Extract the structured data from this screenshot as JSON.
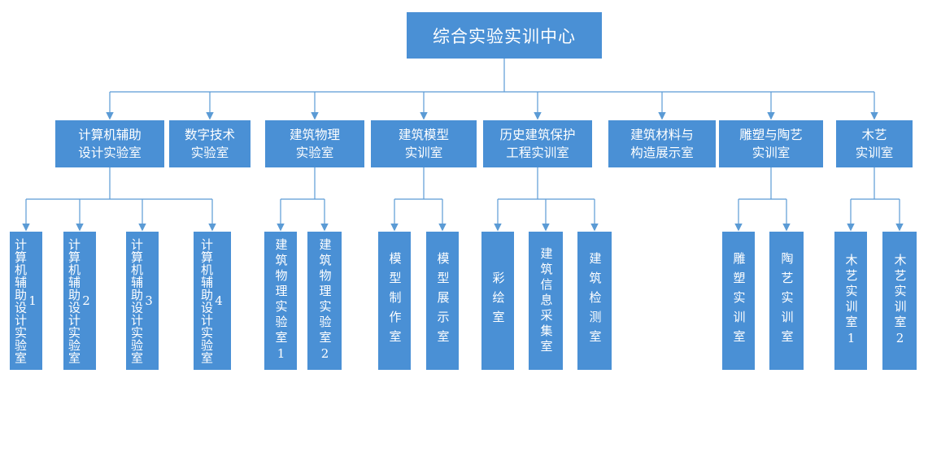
{
  "diagram": {
    "title": "综合实验实训中心",
    "colors": {
      "box_fill": "#4A90D5",
      "connector": "#5B9BD5",
      "text": "#FFFFFF"
    },
    "root": {
      "label": "综合实验实训中心"
    },
    "level2": [
      {
        "label": "计算机辅助\n设计实验室"
      },
      {
        "label": "数字技术\n实验室"
      },
      {
        "label": "建筑物理\n实验室"
      },
      {
        "label": "建筑模型\n实训室"
      },
      {
        "label": "历史建筑保护\n工程实训室"
      },
      {
        "label": "建筑材料与\n构造展示室"
      },
      {
        "label": "雕塑与陶艺\n实训室"
      },
      {
        "label": "木艺\n实训室"
      }
    ],
    "children": {
      "cad": [
        "计算机辅助设计实验室1",
        "计算机辅助设计实验室2",
        "计算机辅助设计实验室3",
        "计算机辅助设计实验室4"
      ],
      "physics": [
        "建筑物理实验室1",
        "建筑物理实验室2"
      ],
      "model": [
        "模型制作室",
        "模型展示室"
      ],
      "heritage": [
        "彩绘室",
        "建筑信息采集室",
        "建筑检测室"
      ],
      "sculpture": [
        "雕塑实训室",
        "陶艺实训室"
      ],
      "wood": [
        "木艺实训室1",
        "木艺实训室2"
      ]
    }
  }
}
